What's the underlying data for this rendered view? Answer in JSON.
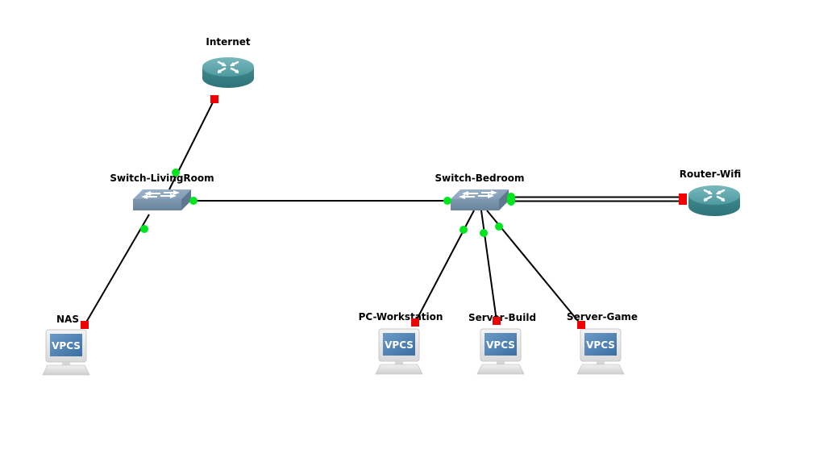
{
  "diagram": {
    "type": "network-topology",
    "nodes": [
      {
        "id": "internet",
        "label": "Internet",
        "kind": "router",
        "icon": "router-icon"
      },
      {
        "id": "sw_living",
        "label": "Switch-LivingRoom",
        "kind": "switch",
        "icon": "switch-icon"
      },
      {
        "id": "sw_bed",
        "label": "Switch-Bedroom",
        "kind": "switch",
        "icon": "switch-icon"
      },
      {
        "id": "router_wifi",
        "label": "Router-Wifi",
        "kind": "router",
        "icon": "router-icon"
      },
      {
        "id": "nas",
        "label": "NAS",
        "kind": "vpcs",
        "icon": "vpcs-icon",
        "screen_text": "VPCS"
      },
      {
        "id": "pc_ws",
        "label": "PC-Workstation",
        "kind": "vpcs",
        "icon": "vpcs-icon",
        "screen_text": "VPCS"
      },
      {
        "id": "srv_build",
        "label": "Server-Build",
        "kind": "vpcs",
        "icon": "vpcs-icon",
        "screen_text": "VPCS"
      },
      {
        "id": "srv_game",
        "label": "Server-Game",
        "kind": "vpcs",
        "icon": "vpcs-icon",
        "screen_text": "VPCS"
      }
    ],
    "links": [
      {
        "from": "internet",
        "to": "sw_living",
        "from_status": "down",
        "to_status": "up",
        "style": "single"
      },
      {
        "from": "sw_living",
        "to": "nas",
        "from_status": "up",
        "to_status": "down",
        "style": "single"
      },
      {
        "from": "sw_living",
        "to": "sw_bed",
        "from_status": "up",
        "to_status": "up",
        "style": "single"
      },
      {
        "from": "sw_bed",
        "to": "router_wifi",
        "from_status": "up",
        "to_status": "down",
        "style": "double"
      },
      {
        "from": "sw_bed",
        "to": "pc_ws",
        "from_status": "up",
        "to_status": "down",
        "style": "single"
      },
      {
        "from": "sw_bed",
        "to": "srv_build",
        "from_status": "up",
        "to_status": "down",
        "style": "single"
      },
      {
        "from": "sw_bed",
        "to": "srv_game",
        "from_status": "up",
        "to_status": "down",
        "style": "single"
      }
    ],
    "status_colors": {
      "up": "#00e61e",
      "down": "#f00000"
    }
  }
}
